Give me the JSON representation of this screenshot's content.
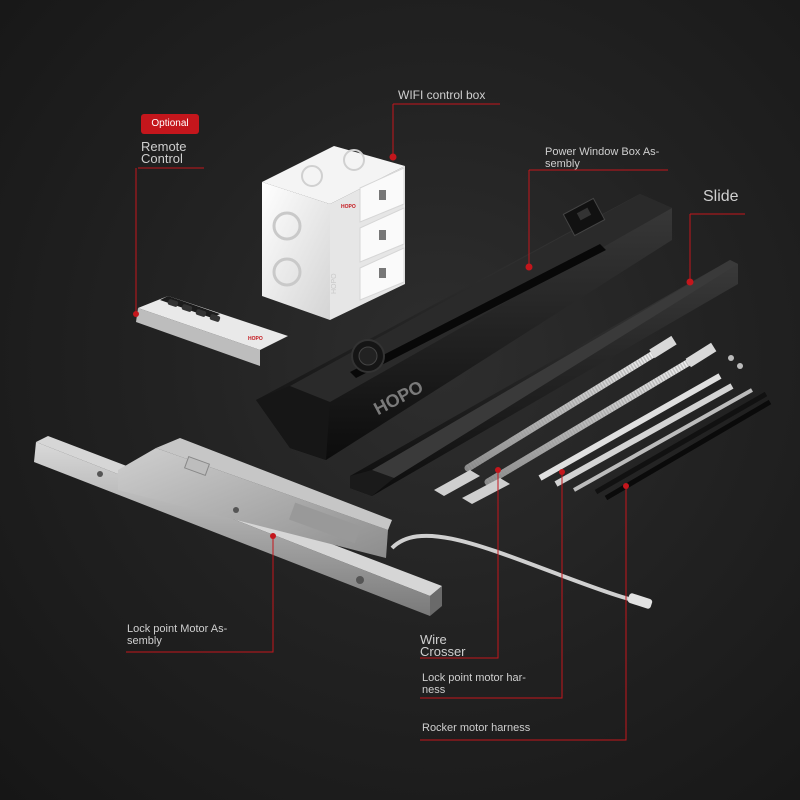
{
  "labels": {
    "optional_badge": "Optional",
    "remote_control": "Remote\nControl",
    "wifi_control_box": "WIFI control box",
    "power_window_box": "Power Window Box As-\nsembly",
    "slide": "Slide",
    "lock_point_motor": "Lock point Motor As-\nsembly",
    "wire_crosser": "Wire\nCrosser",
    "lock_point_harness": "Lock point motor har-\nness",
    "rocker_harness": "Rocker motor harness"
  },
  "product_text": {
    "brand_on_opener": "HOPO",
    "logo_on_box": "HOPO",
    "logo_on_remote": "HOPO",
    "box_side_text": "HOPO"
  },
  "colors": {
    "accent_red": "#c4161c",
    "background": "#1e1e1e",
    "label_text": "#cfcfcf"
  }
}
